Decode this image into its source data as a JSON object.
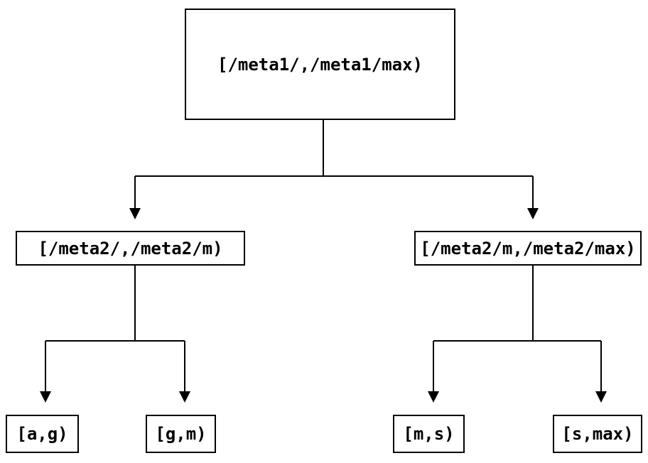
{
  "colors": {
    "background": "#ffffff",
    "line": "#000000",
    "text": "#000000"
  },
  "nodes": {
    "root": {
      "label": "[/meta1/,/meta1/max)"
    },
    "meta2_low": {
      "label": "[/meta2/,/meta2/m)"
    },
    "meta2_high": {
      "label": "[/meta2/m,/meta2/max)"
    },
    "leaf_ag": {
      "label": "[a,g)"
    },
    "leaf_gm": {
      "label": "[g,m)"
    },
    "leaf_ms": {
      "label": "[m,s)"
    },
    "leaf_smax": {
      "label": "[s,max)"
    }
  },
  "edges": [
    {
      "from": "root",
      "to": "meta2_low"
    },
    {
      "from": "root",
      "to": "meta2_high"
    },
    {
      "from": "meta2_low",
      "to": "leaf_ag"
    },
    {
      "from": "meta2_low",
      "to": "leaf_gm"
    },
    {
      "from": "meta2_high",
      "to": "leaf_ms"
    },
    {
      "from": "meta2_high",
      "to": "leaf_smax"
    }
  ]
}
